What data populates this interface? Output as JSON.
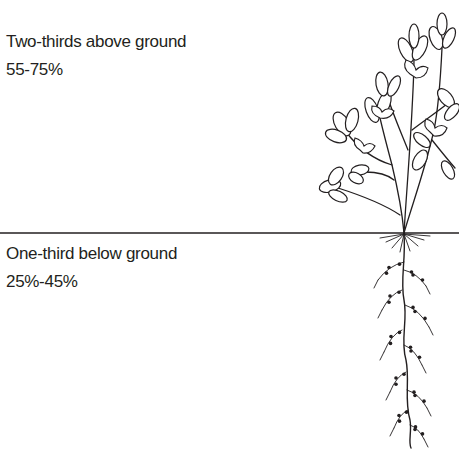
{
  "diagram": {
    "labels": [
      "Two-thirds above ground",
      "55-75%",
      "One-third below ground",
      "25%-45%"
    ]
  }
}
